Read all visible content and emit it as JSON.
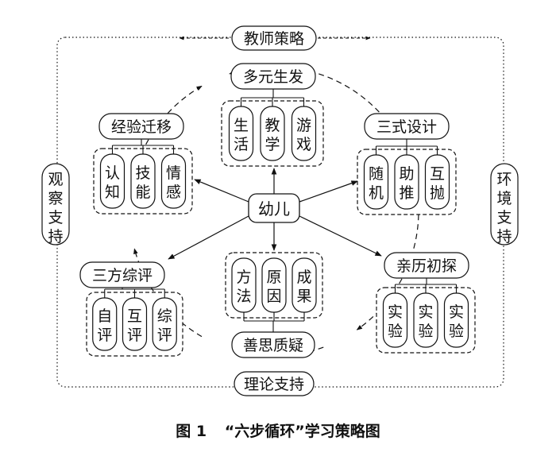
{
  "frame": {
    "top": "教师策略",
    "bottom": "理论支持",
    "left": "观察支持",
    "right": "环境支持"
  },
  "center": "幼儿",
  "steps": [
    {
      "id": "top",
      "title": "多元生发",
      "items": [
        "生活",
        "教学",
        "游戏"
      ]
    },
    {
      "id": "upper-right",
      "title": "三式设计",
      "items": [
        "随机",
        "助推",
        "互抛"
      ]
    },
    {
      "id": "lower-right",
      "title": "亲历初探",
      "items": [
        "实验",
        "实验",
        "实验"
      ]
    },
    {
      "id": "bottom",
      "title": "善思质疑",
      "items": [
        "方法",
        "原因",
        "成果"
      ]
    },
    {
      "id": "lower-left",
      "title": "三方综评",
      "items": [
        "自评",
        "互评",
        "综评"
      ]
    },
    {
      "id": "upper-left",
      "title": "经验迁移",
      "items": [
        "认知",
        "技能",
        "情感"
      ]
    }
  ],
  "caption": {
    "label": "图 1",
    "title": "“六步循环”学习策略图"
  }
}
